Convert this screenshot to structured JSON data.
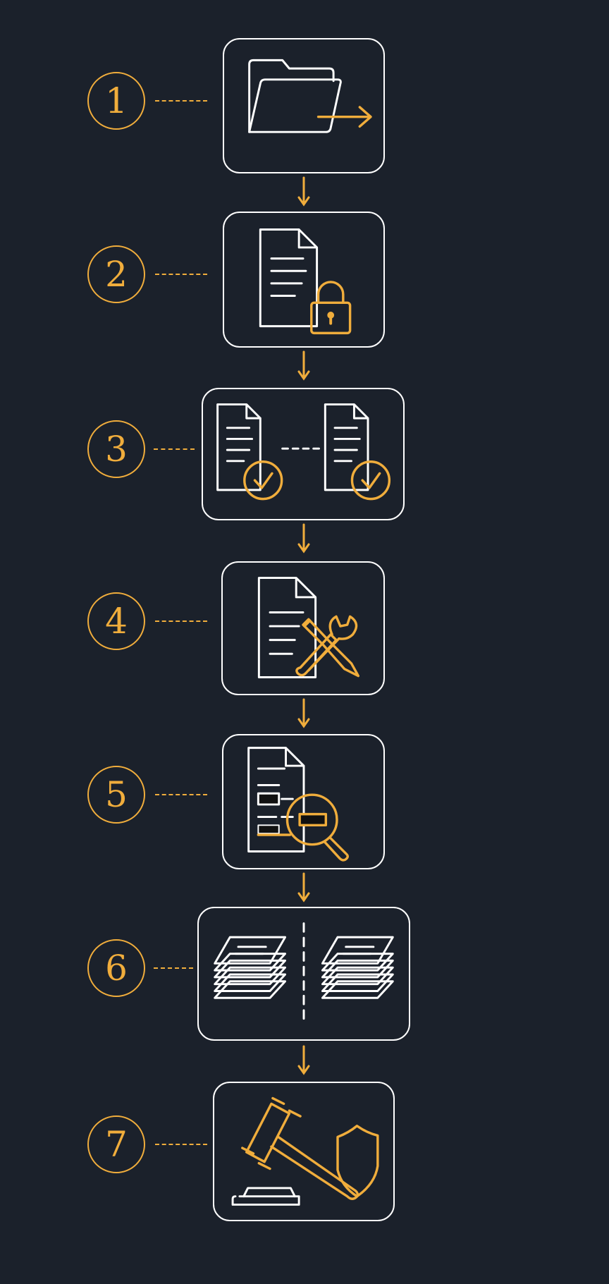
{
  "colors": {
    "background": "#1b212b",
    "accent": "#f0ad3c",
    "outline": "#ffffff"
  },
  "steps": [
    {
      "number": "1",
      "icon": "folder-export-icon"
    },
    {
      "number": "2",
      "icon": "locked-document-icon"
    },
    {
      "number": "3",
      "icon": "verified-documents-pair-icon"
    },
    {
      "number": "4",
      "icon": "document-tools-icon"
    },
    {
      "number": "5",
      "icon": "redacted-document-search-icon"
    },
    {
      "number": "6",
      "icon": "split-document-stacks-icon"
    },
    {
      "number": "7",
      "icon": "gavel-shield-icon"
    }
  ]
}
